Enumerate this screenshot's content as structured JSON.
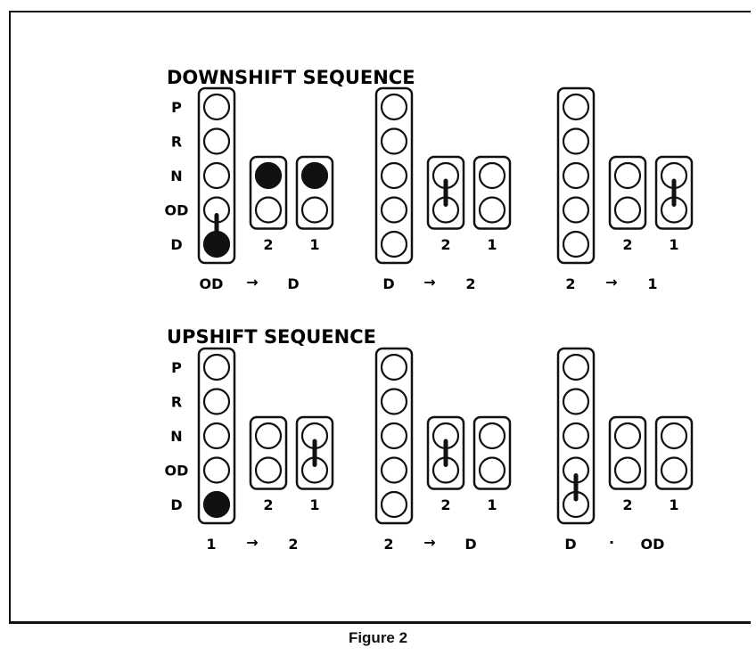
{
  "caption": "Figure 2",
  "positions": [
    "P",
    "R",
    "N",
    "OD",
    "D"
  ],
  "sections": [
    {
      "title": "DOWNSHIFT SEQUENCE",
      "groups": [
        {
          "main_filled": [
            4
          ],
          "main_link": [
            3,
            4
          ],
          "box2_label": "2",
          "box2_filled": [
            0
          ],
          "box2_link": null,
          "box1_label": "1",
          "box1_filled": [
            0
          ],
          "box1_link": null,
          "trans_from": "OD",
          "trans_arrow": "→",
          "trans_to": "D"
        },
        {
          "main_filled": [],
          "main_link": null,
          "box2_label": "2",
          "box2_filled": [],
          "box2_link": [
            0,
            1
          ],
          "box1_label": "1",
          "box1_filled": [],
          "box1_link": null,
          "trans_from": "D",
          "trans_arrow": "→",
          "trans_to": "2"
        },
        {
          "main_filled": [],
          "main_link": null,
          "box2_label": "2",
          "box2_filled": [],
          "box2_link": null,
          "box1_label": "1",
          "box1_filled": [],
          "box1_link": [
            0,
            1
          ],
          "trans_from": "2",
          "trans_arrow": "→",
          "trans_to": "1"
        }
      ]
    },
    {
      "title": "UPSHIFT SEQUENCE",
      "groups": [
        {
          "main_filled": [
            4
          ],
          "main_link": null,
          "box2_label": "2",
          "box2_filled": [],
          "box2_link": null,
          "box1_label": "1",
          "box1_filled": [],
          "box1_link": [
            0,
            1
          ],
          "trans_from": "1",
          "trans_arrow": "→",
          "trans_to": "2"
        },
        {
          "main_filled": [],
          "main_link": null,
          "box2_label": "2",
          "box2_filled": [],
          "box2_link": [
            0,
            1
          ],
          "box1_label": "1",
          "box1_filled": [],
          "box1_link": null,
          "trans_from": "2",
          "trans_arrow": "→",
          "trans_to": "D"
        },
        {
          "main_filled": [],
          "main_link": [
            3,
            4
          ],
          "box2_label": "2",
          "box2_filled": [],
          "box2_link": null,
          "box1_label": "1",
          "box1_filled": [],
          "box1_link": null,
          "trans_from": "D",
          "trans_arrow": "·",
          "trans_to": "OD"
        }
      ]
    }
  ]
}
